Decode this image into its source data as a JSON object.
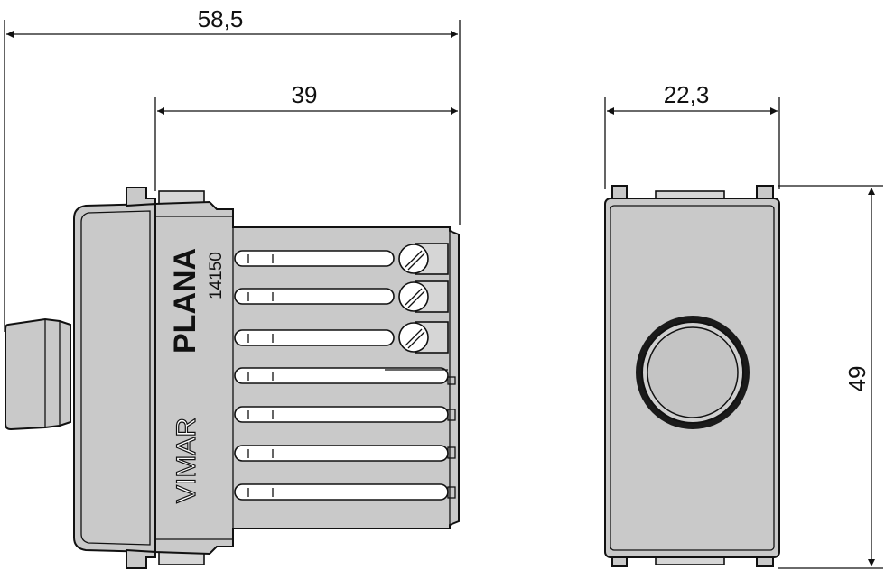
{
  "dimensions": {
    "overall_length": "58,5",
    "terminal_block_length": "39",
    "front_width": "22,3",
    "front_height": "49"
  },
  "side_view": {
    "brand": "PLANA",
    "product_code": "14150",
    "manufacturer": "VIMAR"
  }
}
